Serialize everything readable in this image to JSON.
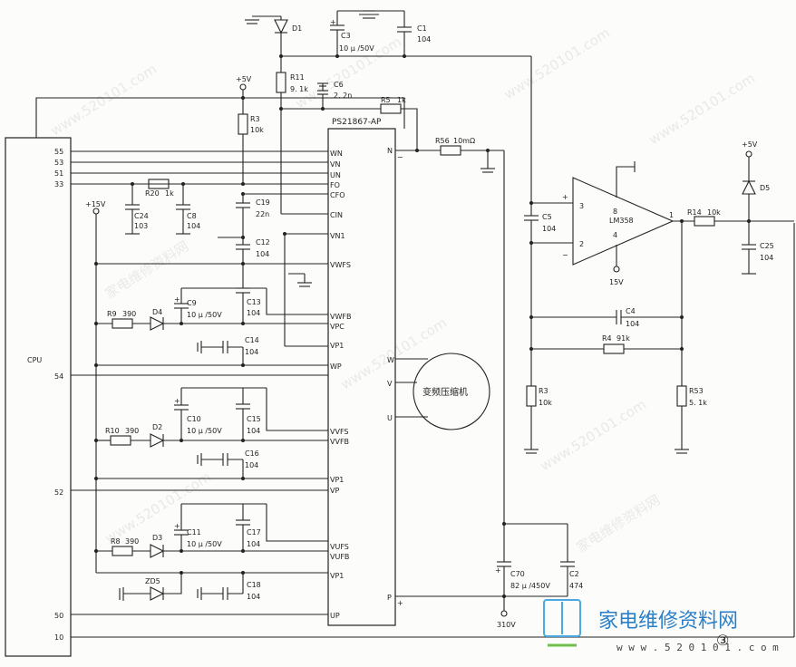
{
  "chips": {
    "ipm": "PS21867-AP",
    "cpu": "CPU",
    "opamp": "LM358",
    "motor": "变频压缩机"
  },
  "ipm_pins": {
    "wn": "WN",
    "vn": "VN",
    "un": "UN",
    "fo": "FO",
    "cfo": "CFO",
    "cin": "CIN",
    "vn1": "VN1",
    "vwfs": "VWFS",
    "vwfb": "VWFB",
    "vpc": "VPC",
    "vp1_1": "VP1",
    "wp": "WP",
    "vvfs": "VVFS",
    "vvfb": "VVFB",
    "vp1_2": "VP1",
    "vp": "VP",
    "vufs": "VUFS",
    "vufb": "VUFB",
    "vp1_3": "VP1",
    "up": "UP",
    "n": "N",
    "p": "P",
    "w": "W",
    "v": "V",
    "u": "U"
  },
  "cpu_pins": [
    "55",
    "53",
    "51",
    "33",
    "54",
    "52",
    "50",
    "10"
  ],
  "opamp_pins": {
    "in_plus": "3",
    "in_minus": "2",
    "out": "1",
    "vcc": "8",
    "gnd": "4"
  },
  "components": {
    "d1": "D1",
    "c3": "C3",
    "c3v": "10 μ /50V",
    "c1": "C1",
    "c1v": "104",
    "r11": "R11",
    "r11v": "9. 1k",
    "c6": "C6",
    "c6v": "2. 2n",
    "r5": "R5",
    "r5v": "1k",
    "r56": "R56",
    "r56v": "10mΩ",
    "r3a": "R3",
    "r3av": "10k",
    "r20": "R20",
    "r20v": "1k",
    "c24": "C24",
    "c24v": "103",
    "c8": "C8",
    "c8v": "104",
    "c19": "C19",
    "c19v": "22n",
    "c12": "C12",
    "c12v": "104",
    "c9": "C9",
    "c9v": "10 μ /50V",
    "c13": "C13",
    "c13v": "104",
    "r9": "R9",
    "r9v": "390",
    "d4": "D4",
    "c14": "C14",
    "c14v": "104",
    "c10": "C10",
    "c10v": "10 μ /50V",
    "c15": "C15",
    "c15v": "104",
    "r10": "R10",
    "r10v": "390",
    "d2": "D2",
    "c16": "C16",
    "c16v": "104",
    "c11": "C11",
    "c11v": "10 μ /50V",
    "c17": "C17",
    "c17v": "104",
    "r8": "R8",
    "r8v": "390",
    "d3": "D3",
    "zd5": "ZD5",
    "c18": "C18",
    "c18v": "104",
    "c70": "C70",
    "c70v": "82 μ /450V",
    "c2": "C2",
    "c2v": "474",
    "c5": "C5",
    "c5v": "104",
    "c4": "C4",
    "c4v": "104",
    "r4": "R4",
    "r4v": "91k",
    "r3b": "R3",
    "r3bv": "10k",
    "r53": "R53",
    "r53v": "5. 1k",
    "r14": "R14",
    "r14v": "10k",
    "d5": "D5",
    "c25": "C25",
    "c25v": "104"
  },
  "power": {
    "p5v_a": "+5V",
    "p15v": "+15V",
    "p5v_b": "+5V",
    "v15": "15V",
    "v310": "310V"
  },
  "signs": {
    "plus": "+",
    "minus": "−"
  },
  "watermark": {
    "text": "家电维修资料网",
    "url": "www.520101.com"
  },
  "logo": {
    "text": "家电维修资料网",
    "url": "w w w . 5 2 0 1 0 1 . c o m"
  },
  "figure_no": "③"
}
